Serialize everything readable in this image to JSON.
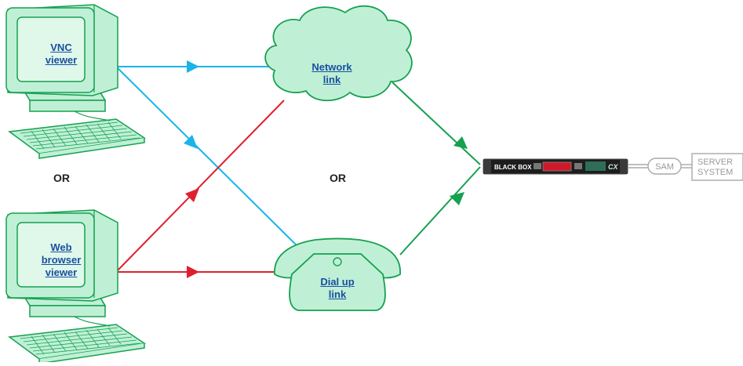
{
  "computers": {
    "vnc": {
      "label_line1": "VNC",
      "label_line2": "viewer"
    },
    "web": {
      "label_line1": "Web",
      "label_line2": "browser",
      "label_line3": "viewer"
    }
  },
  "connections": {
    "network": {
      "label_line1": "Network",
      "label_line2": "link"
    },
    "dialup": {
      "label_line1": "Dial up",
      "label_line2": "link"
    }
  },
  "or_labels": {
    "left": "OR",
    "middle": "OR"
  },
  "device": {
    "brand": "BLACK BOX",
    "model": "CX"
  },
  "sam": {
    "label": "SAM"
  },
  "server": {
    "line1": "SERVER",
    "line2": "SYSTEM"
  },
  "colors": {
    "vnc_path": "#1ab4e8",
    "web_path": "#e0202e",
    "network_path": "#16a050",
    "equipment_fill": "#bff0d6",
    "equipment_stroke": "#16a050",
    "link_text": "#1a4fa0"
  }
}
